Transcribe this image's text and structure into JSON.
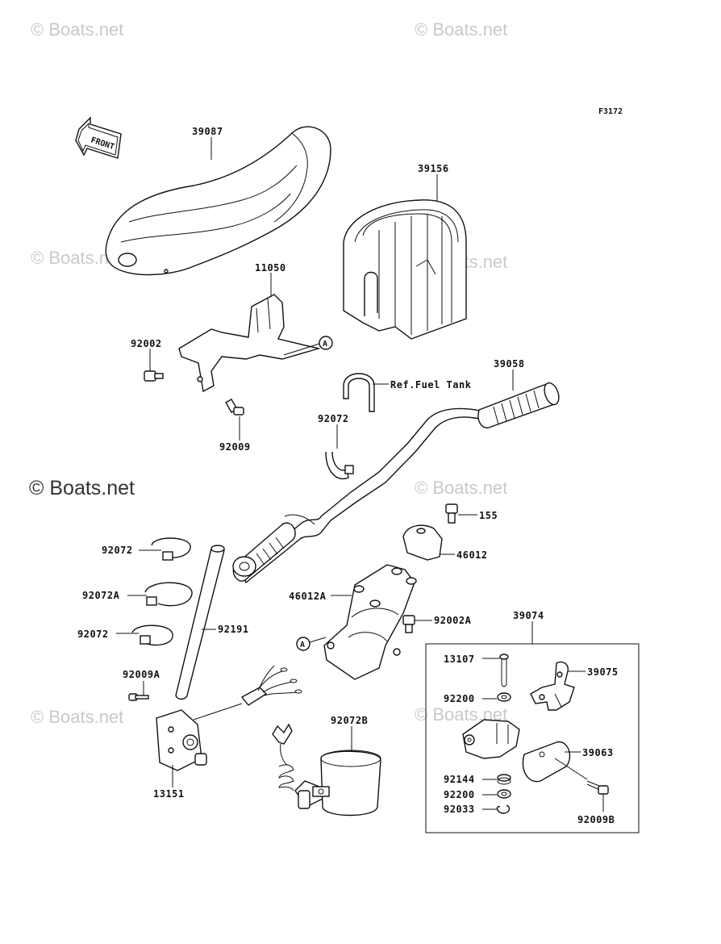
{
  "figure_code": "F3172",
  "watermark": "© Boats.net",
  "front_arrow_label": "FRONT",
  "reference_marker": "A",
  "ref_note": "Ref.Fuel Tank",
  "group_label": "39074",
  "callouts": {
    "p39087": "39087",
    "p39156": "39156",
    "p11050": "11050",
    "p92002": "92002",
    "p92009": "92009",
    "p39058": "39058",
    "p92072_top": "92072",
    "p155": "155",
    "p46012": "46012",
    "p46012A": "46012A",
    "p92002A": "92002A",
    "p92072_a": "92072",
    "p92072A": "92072A",
    "p92072_b": "92072",
    "p92191": "92191",
    "p92009A": "92009A",
    "p13151": "13151",
    "p92072B": "92072B",
    "p13107": "13107",
    "p39075": "39075",
    "p92200_top": "92200",
    "p39063": "39063",
    "p92144": "92144",
    "p92200_bot": "92200",
    "p92033": "92033",
    "p92009B": "92009B"
  }
}
